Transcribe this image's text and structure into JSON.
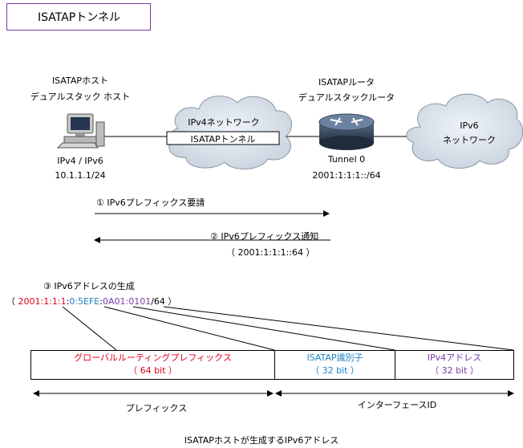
{
  "title": "ISATAPトンネル",
  "host": {
    "name": "ISATAPホスト",
    "desc": "デュアルスタック ホスト",
    "ip": "IPv4 / IPv6",
    "addr": "10.1.1.1/24"
  },
  "cloud_ipv4": {
    "label": "IPv4ネットワーク",
    "tunnel_label": "ISATAPトンネル"
  },
  "router": {
    "name": "ISATAPルータ",
    "desc": "デュアルスタックルータ",
    "interface": "Tunnel 0",
    "addr": "2001:1:1:1::/64"
  },
  "cloud_ipv6": {
    "line1": "IPv6",
    "line2": "ネットワーク"
  },
  "steps": {
    "step1": "①  IPv6プレフィックス要請",
    "step2": "②  IPv6プレフィックス通知",
    "step2_detail": "（ 2001:1:1:1::64 ）",
    "step3": "③  IPv6アドレスの生成"
  },
  "address": {
    "open": "（ ",
    "prefix": "2001:1:1:1",
    "sep1": ":",
    "isatap_id": "0:5EFE",
    "sep2": ":",
    "ipv4_part": "0A01:0101",
    "len": "/64",
    "close": " ）"
  },
  "fields": {
    "prefix": {
      "label": "グローバルルーティングプレフィックス",
      "bits": "（ 64 bit ）"
    },
    "isatap": {
      "label": "ISATAP識別子",
      "bits": "（ 32 bit ）"
    },
    "ipv4": {
      "label": "IPv4アドレス",
      "bits": "（ 32 bit ）"
    }
  },
  "spans": {
    "prefix": "プレフィックス",
    "interface_id": "インターフェースID"
  },
  "caption": "ISATAPホストが生成するIPv6アドレス",
  "colors": {
    "red": "#e0001a",
    "blue": "#1f7fc6",
    "purple": "#7a3aa6",
    "title_border": "#7a3aa6"
  }
}
